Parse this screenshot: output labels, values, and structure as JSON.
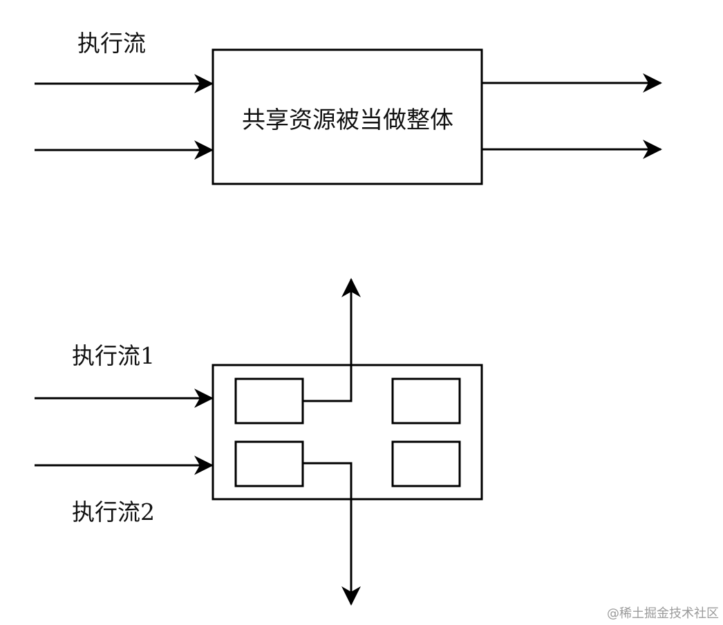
{
  "top_diagram": {
    "label": "执行流",
    "box_title": "共享资源被当做整体"
  },
  "bottom_diagram": {
    "label_1": "执行流1",
    "label_2": "执行流2"
  },
  "watermark": "@稀土掘金技术社区"
}
